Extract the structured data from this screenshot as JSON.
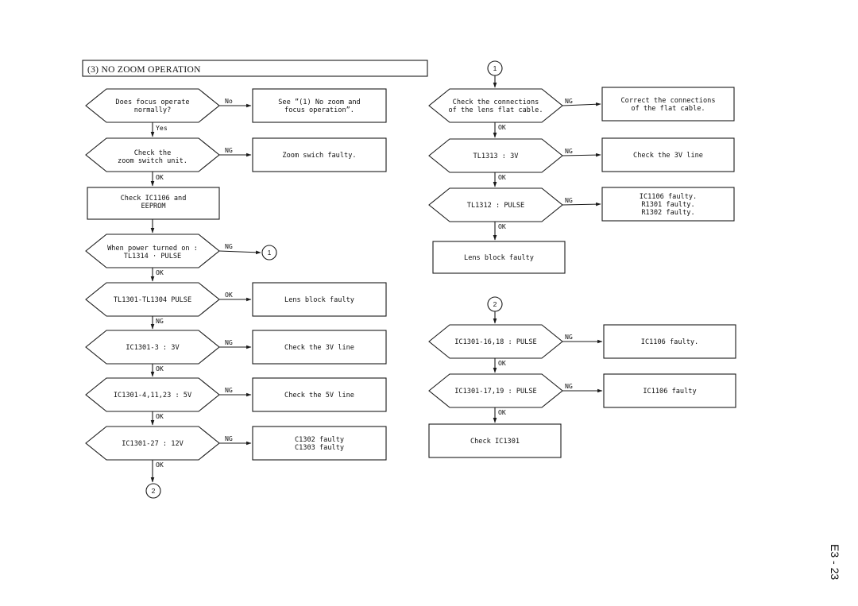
{
  "title": "(3) NO  ZOOM  OPERATION",
  "page_number": "E3 - 23",
  "nodes": {
    "d_focus": [
      "Does focus operate",
      "normally?"
    ],
    "b_see1": [
      "See ”(1) No zoom and",
      "focus operation”."
    ],
    "d_zoomsw": [
      "Check the",
      "zoom switch unit."
    ],
    "b_zoomfault": [
      "Zoom swich faulty."
    ],
    "b_ic1106": [
      "Check IC1106 and",
      "EEPROM"
    ],
    "d_power": [
      "When power turned on :",
      "TL1314 · PULSE"
    ],
    "d_tl1301": [
      "TL1301-TL1304   PULSE"
    ],
    "b_lens1": [
      "Lens block faulty"
    ],
    "d_ic3": [
      "IC1301-3 : 3V"
    ],
    "b_3v1": [
      "Check the 3V line"
    ],
    "d_ic4": [
      "IC1301-4,11,23 : 5V"
    ],
    "b_5v": [
      "Check the 5V line"
    ],
    "d_ic27": [
      "IC1301-27 : 12V"
    ],
    "b_c1302": [
      "C1302 faulty",
      "C1303 faulty"
    ],
    "d_flat": [
      "Check the connections",
      "of the lens flat cable."
    ],
    "b_correct": [
      "Correct the connections",
      "of the flat cable."
    ],
    "d_tl1313": [
      "TL1313 : 3V"
    ],
    "b_3v2": [
      "Check the 3V line"
    ],
    "d_tl1312": [
      "TL1312 : PULSE"
    ],
    "b_ic1106f": [
      "IC1106 faulty.",
      "R1301 faulty.",
      "R1302 faulty."
    ],
    "b_lens2": [
      "Lens block faulty"
    ],
    "d_ic16": [
      "IC1301-16,18 : PULSE"
    ],
    "b_ic1106f2": [
      "IC1106 faulty."
    ],
    "d_ic17": [
      "IC1301-17,19 : PULSE"
    ],
    "b_ic1106f3": [
      "IC1106 faulty"
    ],
    "b_check1301": [
      "Check IC1301"
    ]
  },
  "edge_labels": {
    "e_focus_no": "No",
    "e_focus_yes": "Yes",
    "e_zoomsw_ng": "NG",
    "e_zoomsw_ok": "OK",
    "e_power_ng": "NG",
    "e_power_ok": "OK",
    "e_tl1301_ok": "OK",
    "e_tl1301_ng": "NG",
    "e_ic3_ng": "NG",
    "e_ic3_ok": "OK",
    "e_ic4_ng": "NG",
    "e_ic4_ok": "OK",
    "e_ic27_ng": "NG",
    "e_ic27_ok": "OK",
    "e_flat_ng": "NG",
    "e_flat_ok": "OK",
    "e_tl1313_ng": "NG",
    "e_tl1313_ok": "OK",
    "e_tl1312_ng": "NG",
    "e_tl1312_ok": "OK",
    "e_ic16_ng": "NG",
    "e_ic16_ok": "OK",
    "e_ic17_ng": "NG",
    "e_ic17_ok": "OK"
  },
  "connectors": {
    "c1_top": "1",
    "c1_left": "1",
    "c2_bottom": "2",
    "c2_right": "2"
  }
}
